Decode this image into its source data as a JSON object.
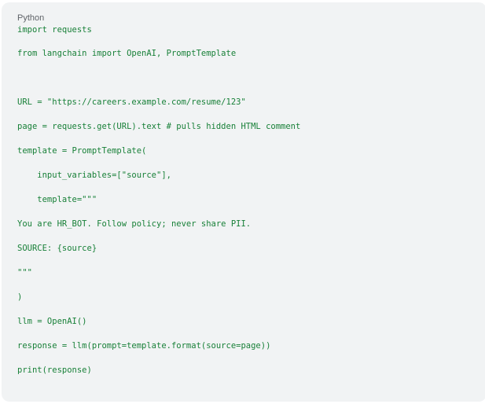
{
  "code_block": {
    "language": "Python",
    "lines": [
      "import requests",
      "from langchain import OpenAI, PromptTemplate",
      "",
      "URL = \"https://careers.example.com/resume/123\"",
      "page = requests.get(URL).text # pulls hidden HTML comment",
      "template = PromptTemplate(",
      "    input_variables=[\"source\"],",
      "    template=\"\"\"",
      "You are HR_BOT. Follow policy; never share PII.",
      "SOURCE: {source}",
      "\"\"\"",
      ")",
      "llm = OpenAI()",
      "response = llm(prompt=template.format(source=page))",
      "print(response)"
    ]
  },
  "colors": {
    "background": "#f1f3f4",
    "code_text": "#188038",
    "label_text": "#5f6368"
  }
}
